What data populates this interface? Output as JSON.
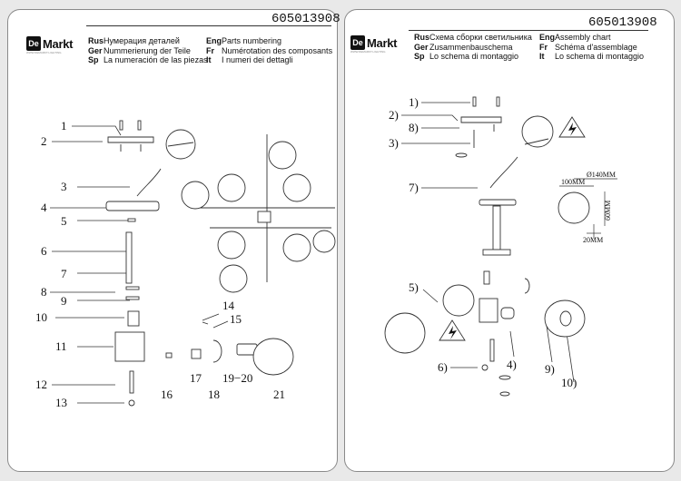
{
  "left_page": {
    "code": "605013908",
    "logo": {
      "mark": "De",
      "name": "Markt",
      "tagline": "WWW.DEMARKT.LIGHTING"
    },
    "headers": [
      {
        "lang": "Rus",
        "text": "Нумерация деталей"
      },
      {
        "lang": "Ger",
        "text": "Nummerierung der Teile"
      },
      {
        "lang": "Sp",
        "text": "La numeración de las piezas"
      },
      {
        "lang": "Eng",
        "text": "Parts numbering"
      },
      {
        "lang": "Fr",
        "text": "Numérotation des composants"
      },
      {
        "lang": "It",
        "text": "I numeri dei dettagli"
      }
    ],
    "part_numbers": [
      "1",
      "2",
      "3",
      "4",
      "5",
      "6",
      "7",
      "8",
      "9",
      "10",
      "11",
      "12",
      "13",
      "14",
      "15",
      "16",
      "17",
      "18",
      "19−20",
      "21"
    ]
  },
  "right_page": {
    "code": "605013908",
    "logo": {
      "mark": "De",
      "name": "Markt",
      "tagline": "WWW.DEMARKT.LIGHTING"
    },
    "headers": [
      {
        "lang": "Rus",
        "text": "Схема сборки светильника"
      },
      {
        "lang": "Ger",
        "text": "Zusammenbauschema"
      },
      {
        "lang": "Sp",
        "text": "Lo schema di montaggio"
      },
      {
        "lang": "Eng",
        "text": "Assembly chart"
      },
      {
        "lang": "Fr",
        "text": "Schéma d'assemblage"
      },
      {
        "lang": "It",
        "text": "Lo schema di montaggio"
      }
    ],
    "step_labels": [
      "1)",
      "2)",
      "8)",
      "3)",
      "7)",
      "5)",
      "6)",
      "4)",
      "9)",
      "10)"
    ],
    "dimensions": [
      "100MM",
      "Ø140MM",
      "60MM",
      "20MM"
    ]
  },
  "icons": [
    "electric-hazard-icon",
    "screwdriver-icon",
    "arrow-icon",
    "bulb-icon"
  ]
}
